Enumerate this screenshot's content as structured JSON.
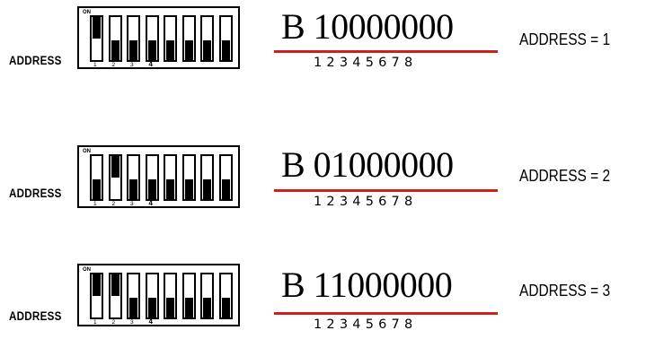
{
  "rows": [
    {
      "label": "ADDRESS",
      "on_label": "ON",
      "switch_numbers": [
        "1",
        "2",
        "3",
        "4"
      ],
      "switches_on": [
        true,
        false,
        false,
        false,
        false,
        false,
        false,
        false
      ],
      "binary": "B 10000000",
      "bit_index": "12345678",
      "result": "ADDRESS = 1"
    },
    {
      "label": "ADDRESS",
      "on_label": "ON",
      "switch_numbers": [
        "1",
        "2",
        "3",
        "4"
      ],
      "switches_on": [
        false,
        true,
        false,
        false,
        false,
        false,
        false,
        false
      ],
      "binary": "B 01000000",
      "bit_index": "12345678",
      "result": "ADDRESS = 2"
    },
    {
      "label": "ADDRESS",
      "on_label": "ON",
      "switch_numbers": [
        "1",
        "2",
        "3",
        "4"
      ],
      "switches_on": [
        true,
        true,
        false,
        false,
        false,
        false,
        false,
        false
      ],
      "binary": "B 11000000",
      "bit_index": "12345678",
      "result": "ADDRESS = 3"
    }
  ],
  "colors": {
    "underline": "#cf1f1f",
    "ink": "#000000"
  }
}
